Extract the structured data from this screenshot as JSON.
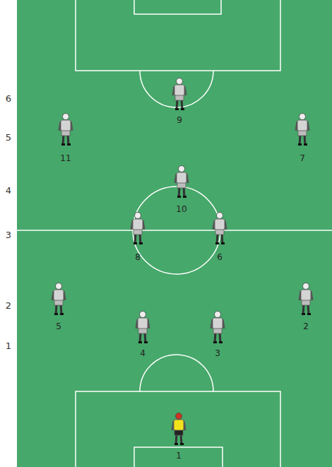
{
  "diagram": {
    "labels": [
      "6",
      "9",
      "5",
      "11",
      "7",
      "4",
      "10",
      "3",
      "8",
      "6",
      "2",
      "5",
      "2",
      "1",
      "4",
      "3",
      "1"
    ]
  }
}
